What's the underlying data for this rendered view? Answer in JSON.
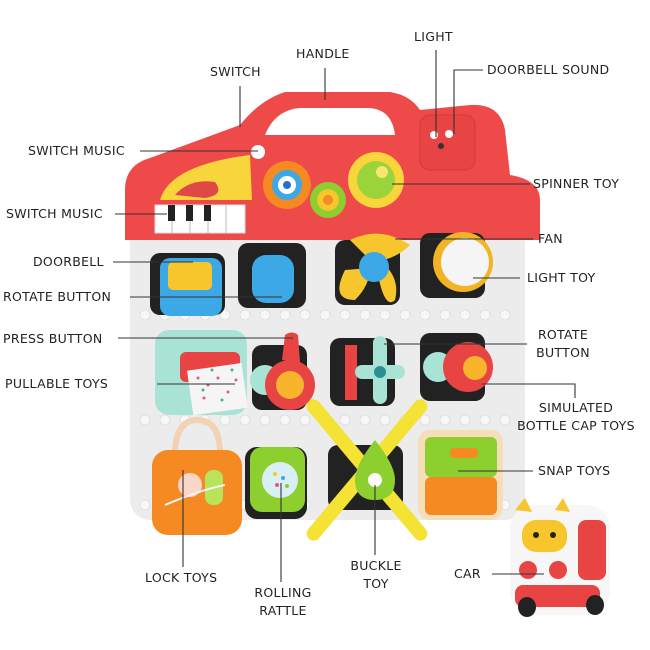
{
  "diagram": {
    "subject": "Busy board activity toy",
    "labels": {
      "switch": "SWITCH",
      "handle": "HANDLE",
      "light": "LIGHT",
      "doorbell_sound": "DOORBELL SOUND",
      "switch_music_1": "SWITCH MUSIC",
      "switch_music_2": "SWITCH MUSIC",
      "spinner_toy": "SPINNER TOY",
      "doorbell": "DOORBELL",
      "fan": "FAN",
      "rotate_button_left": "ROTATE BUTTON",
      "light_toy": "LIGHT TOY",
      "press_button": "PRESS BUTTON",
      "rotate_button_right_1": "ROTATE",
      "rotate_button_right_2": "BUTTON",
      "pullable_toys": "PULLABLE TOYS",
      "bottle_cap_1": "SIMULATED",
      "bottle_cap_2": "BOTTLE CAP TOYS",
      "snap_toys": "SNAP TOYS",
      "lock_toys": "LOCK TOYS",
      "rolling_rattle_1": "ROLLING",
      "rolling_rattle_2": "RATTLE",
      "buckle_toy_1": "BUCKLE",
      "buckle_toy_2": "TOY",
      "car": "CAR"
    },
    "colors": {
      "frame_red": "#ee4a4a",
      "board_white": "#efefef",
      "black_base": "#222222",
      "blue": "#3da8e6",
      "yellow": "#f7c52c",
      "mint": "#a9e3d6",
      "orange": "#f68a22",
      "green": "#8ccf2f"
    }
  }
}
